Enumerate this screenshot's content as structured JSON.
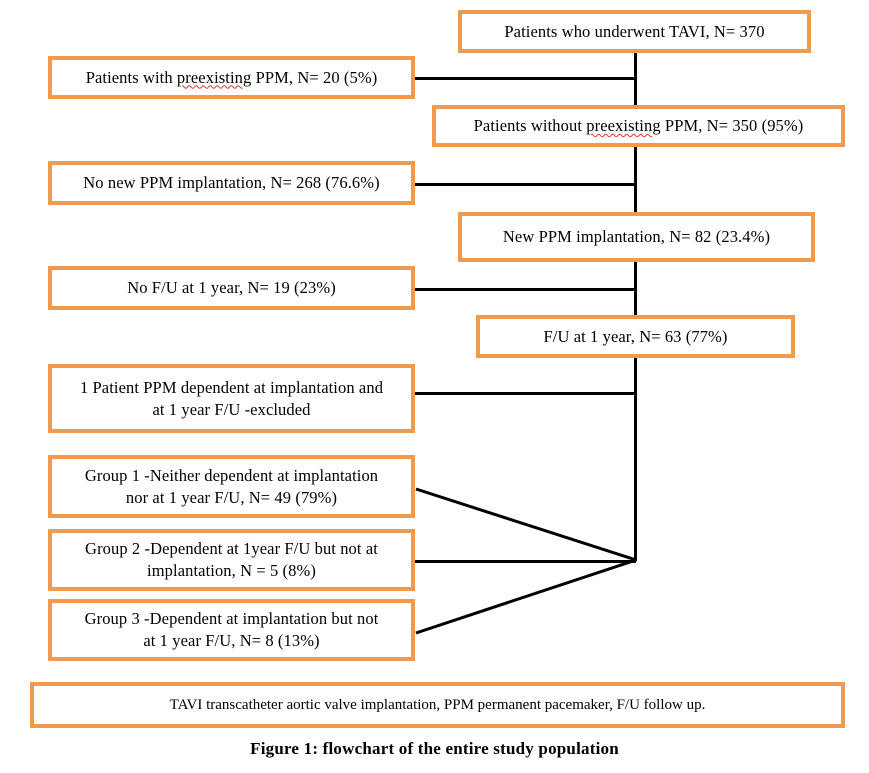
{
  "figure": {
    "caption": "Figure 1: flowchart of the entire study population",
    "legend": "TAVI transcatheter aortic valve implantation, PPM permanent pacemaker, F/U follow up.",
    "border_color": "#ee9a4f",
    "line_color": "#000000",
    "background": "#ffffff"
  },
  "nodes": {
    "root": {
      "label": "Patients who underwent TAVI, N= 370",
      "n": 370
    },
    "preexisting_ppm": {
      "label": "Patients with preexisting PPM, N= 20 (5%)",
      "prefix": "Patients with ",
      "misspelled": "preexisting",
      "suffix": " PPM, N= 20 (5%)",
      "n": 20,
      "percent": "5%"
    },
    "without_preexisting_ppm": {
      "label": "Patients without preexisting PPM, N= 350 (95%)",
      "prefix": "Patients without ",
      "misspelled": "preexisting",
      "suffix": " PPM, N= 350 (95%)",
      "n": 350,
      "percent": "95%"
    },
    "no_new_ppm": {
      "label": "No new PPM implantation, N= 268 (76.6%)",
      "n": 268,
      "percent": "76.6%"
    },
    "new_ppm": {
      "label": "New PPM implantation, N= 82 (23.4%)",
      "n": 82,
      "percent": "23.4%"
    },
    "no_fu_1_year": {
      "label": "No F/U at 1 year, N= 19 (23%)",
      "n": 19,
      "percent": "23%"
    },
    "fu_1_year": {
      "label": "F/U at 1 year, N= 63 (77%)",
      "n": 63,
      "percent": "77%"
    },
    "excluded": {
      "label": "1 Patient PPM dependent at implantation and\nat 1 year F/U -excluded",
      "n": 1
    },
    "group1": {
      "label": "Group 1 -Neither dependent at implantation\nnor at 1 year F/U, N= 49 (79%)",
      "n": 49,
      "percent": "79%"
    },
    "group2": {
      "label": "Group 2 -Dependent at 1year F/U but not at\nimplantation, N = 5 (8%)",
      "n": 5,
      "percent": "8%"
    },
    "group3": {
      "label": "Group 3 -Dependent at implantation but not\nat 1 year F/U, N= 8 (13%)",
      "n": 8,
      "percent": "13%"
    }
  },
  "chart_data": {
    "type": "diagram",
    "title": "Figure 1: flowchart of the entire study population",
    "flow": [
      {
        "id": "root",
        "label": "Patients who underwent TAVI, N= 370",
        "value": 370,
        "level": 0
      },
      {
        "id": "preexisting_ppm",
        "label": "Patients with preexisting PPM, N= 20 (5%)",
        "value": 20,
        "percent": 5,
        "level": 1,
        "side": "left",
        "parent": "root"
      },
      {
        "id": "without_preexisting_ppm",
        "label": "Patients without preexisting PPM, N= 350 (95%)",
        "value": 350,
        "percent": 95,
        "level": 1,
        "side": "right",
        "parent": "root"
      },
      {
        "id": "no_new_ppm",
        "label": "No new PPM implantation, N= 268 (76.6%)",
        "value": 268,
        "percent": 76.6,
        "level": 2,
        "side": "left",
        "parent": "without_preexisting_ppm"
      },
      {
        "id": "new_ppm",
        "label": "New PPM implantation, N= 82 (23.4%)",
        "value": 82,
        "percent": 23.4,
        "level": 2,
        "side": "right",
        "parent": "without_preexisting_ppm"
      },
      {
        "id": "no_fu_1_year",
        "label": "No F/U at 1 year, N= 19 (23%)",
        "value": 19,
        "percent": 23,
        "level": 3,
        "side": "left",
        "parent": "new_ppm"
      },
      {
        "id": "fu_1_year",
        "label": "F/U at 1 year, N= 63 (77%)",
        "value": 63,
        "percent": 77,
        "level": 3,
        "side": "right",
        "parent": "new_ppm"
      },
      {
        "id": "excluded",
        "label": "1 Patient PPM dependent at implantation and at 1 year F/U -excluded",
        "value": 1,
        "level": 4,
        "side": "left",
        "parent": "fu_1_year"
      },
      {
        "id": "group1",
        "label": "Group 1 -Neither dependent at implantation nor at 1 year F/U, N= 49 (79%)",
        "value": 49,
        "percent": 79,
        "level": 5,
        "side": "left",
        "parent": "fu_1_year"
      },
      {
        "id": "group2",
        "label": "Group 2 -Dependent at 1year F/U but not at implantation, N = 5 (8%)",
        "value": 5,
        "percent": 8,
        "level": 5,
        "side": "left",
        "parent": "fu_1_year"
      },
      {
        "id": "group3",
        "label": "Group 3 -Dependent at implantation but not at 1 year F/U, N= 8 (13%)",
        "value": 8,
        "percent": 13,
        "level": 5,
        "side": "left",
        "parent": "fu_1_year"
      }
    ]
  }
}
